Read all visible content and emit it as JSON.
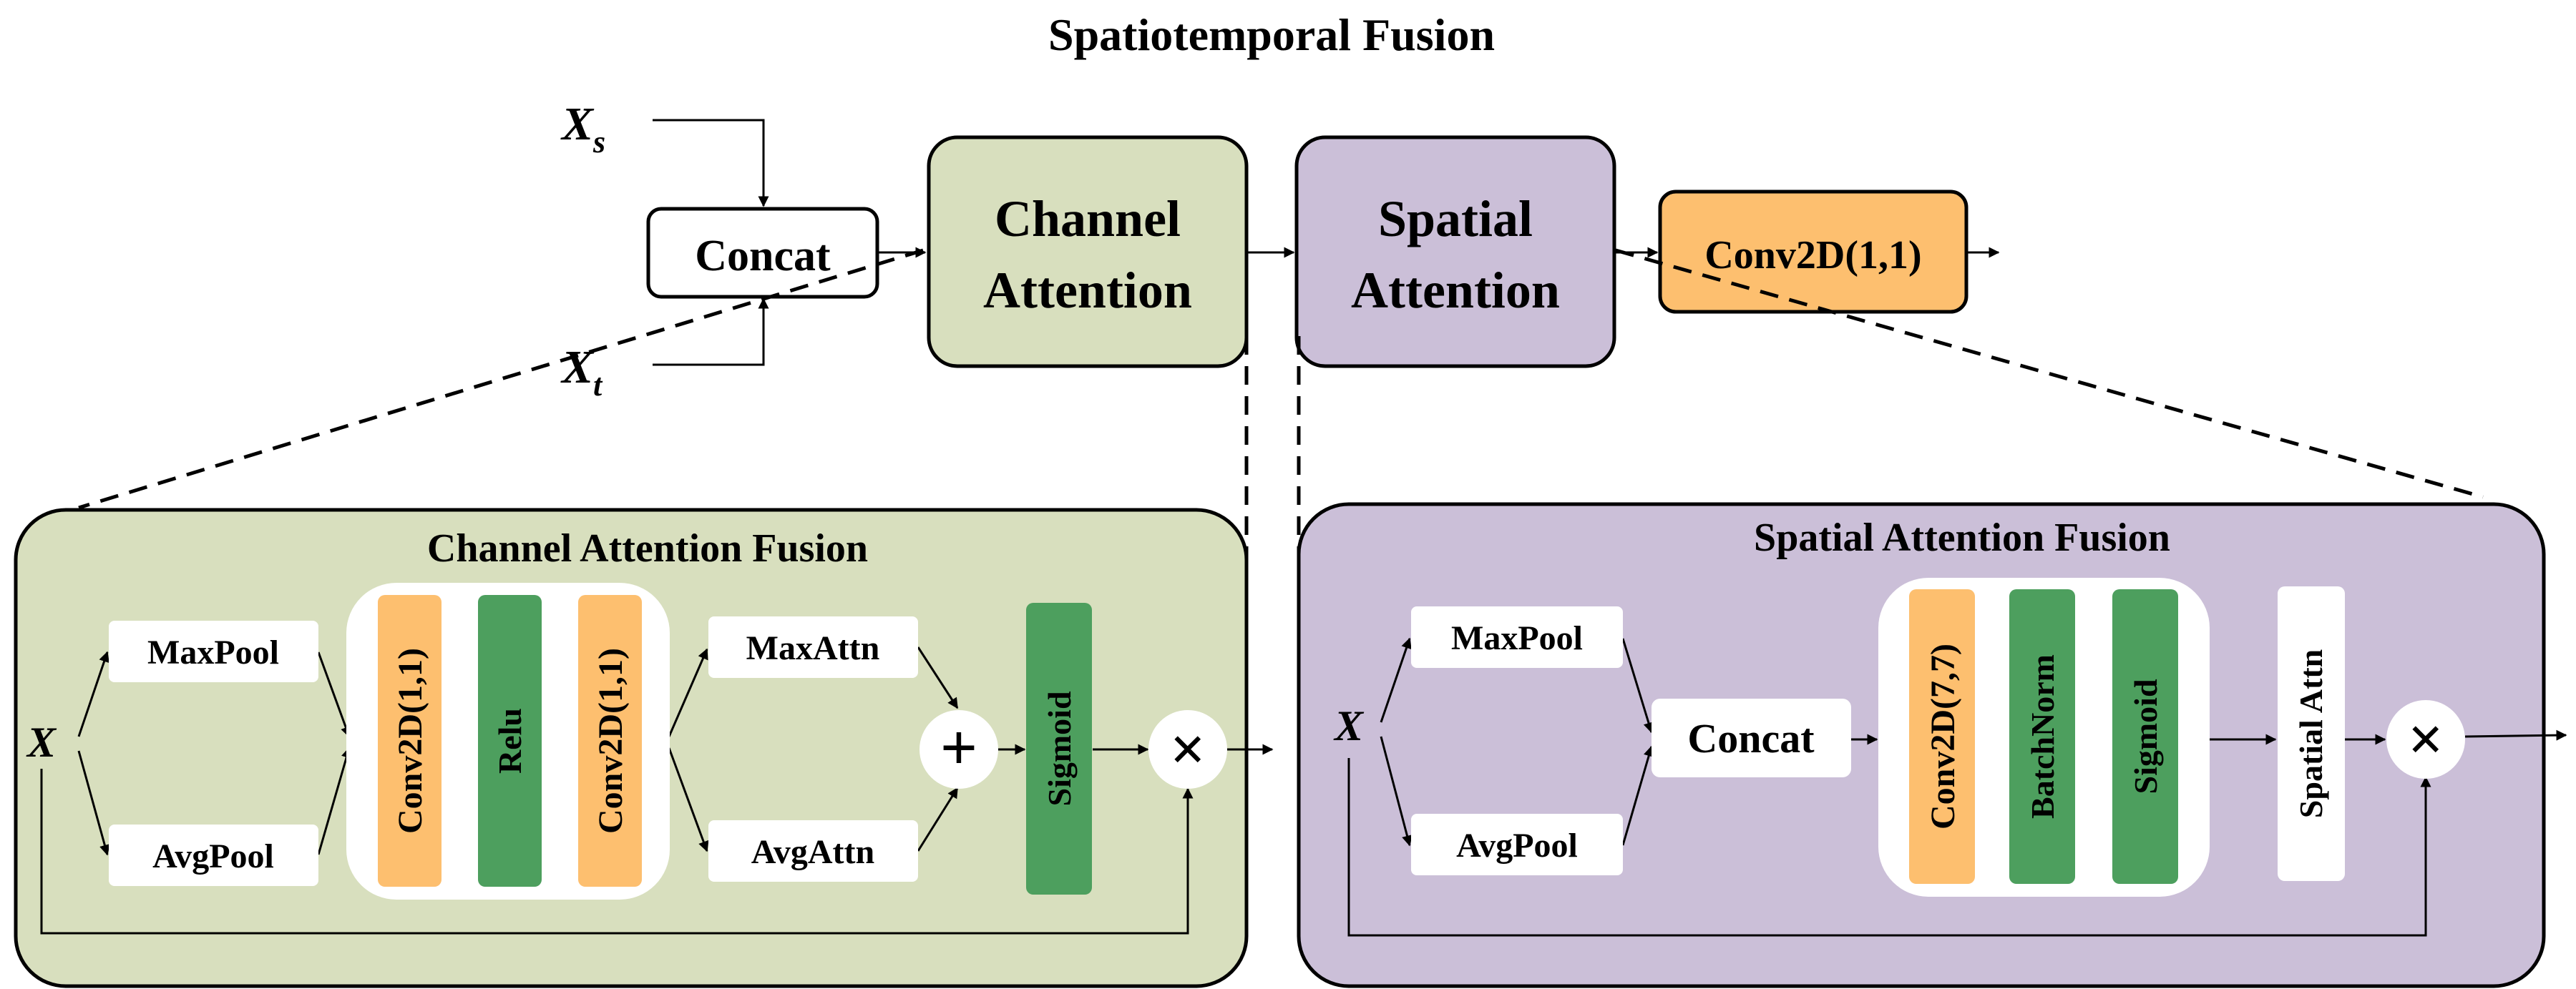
{
  "title": "Spatiotemporal Fusion",
  "colors": {
    "green_panel": "#d8dfbe",
    "purple_panel": "#cbbfd8",
    "orange": "#fdbf6f",
    "green_block": "#4d9f5e",
    "stroke": "#000000",
    "white": "#ffffff"
  },
  "top": {
    "xs_label": "X",
    "xs_sub": "s",
    "xt_label": "X",
    "xt_sub": "t",
    "concat": "Concat",
    "channel_attention": [
      "Channel",
      "Attention"
    ],
    "spatial_attention": [
      "Spatial",
      "Attention"
    ],
    "conv_out": "Conv2D(1,1)"
  },
  "channel_panel": {
    "title": "Channel Attention Fusion",
    "input": "X",
    "maxpool": "MaxPool",
    "avgpool": "AvgPool",
    "conv1": "Conv2D(1,1)",
    "relu": "Relu",
    "conv2": "Conv2D(1,1)",
    "maxattn": "MaxAttn",
    "avgattn": "AvgAttn",
    "plus": "+",
    "sigmoid": "Sigmoid",
    "times": "×"
  },
  "spatial_panel": {
    "title": "Spatial Attention Fusion",
    "input": "X",
    "maxpool": "MaxPool",
    "avgpool": "AvgPool",
    "concat": "Concat",
    "conv": "Conv2D(7,7)",
    "batchnorm": "BatchNorm",
    "sigmoid": "Sigmoid",
    "spatial_attn": "Spatial Attn",
    "times": "×"
  }
}
